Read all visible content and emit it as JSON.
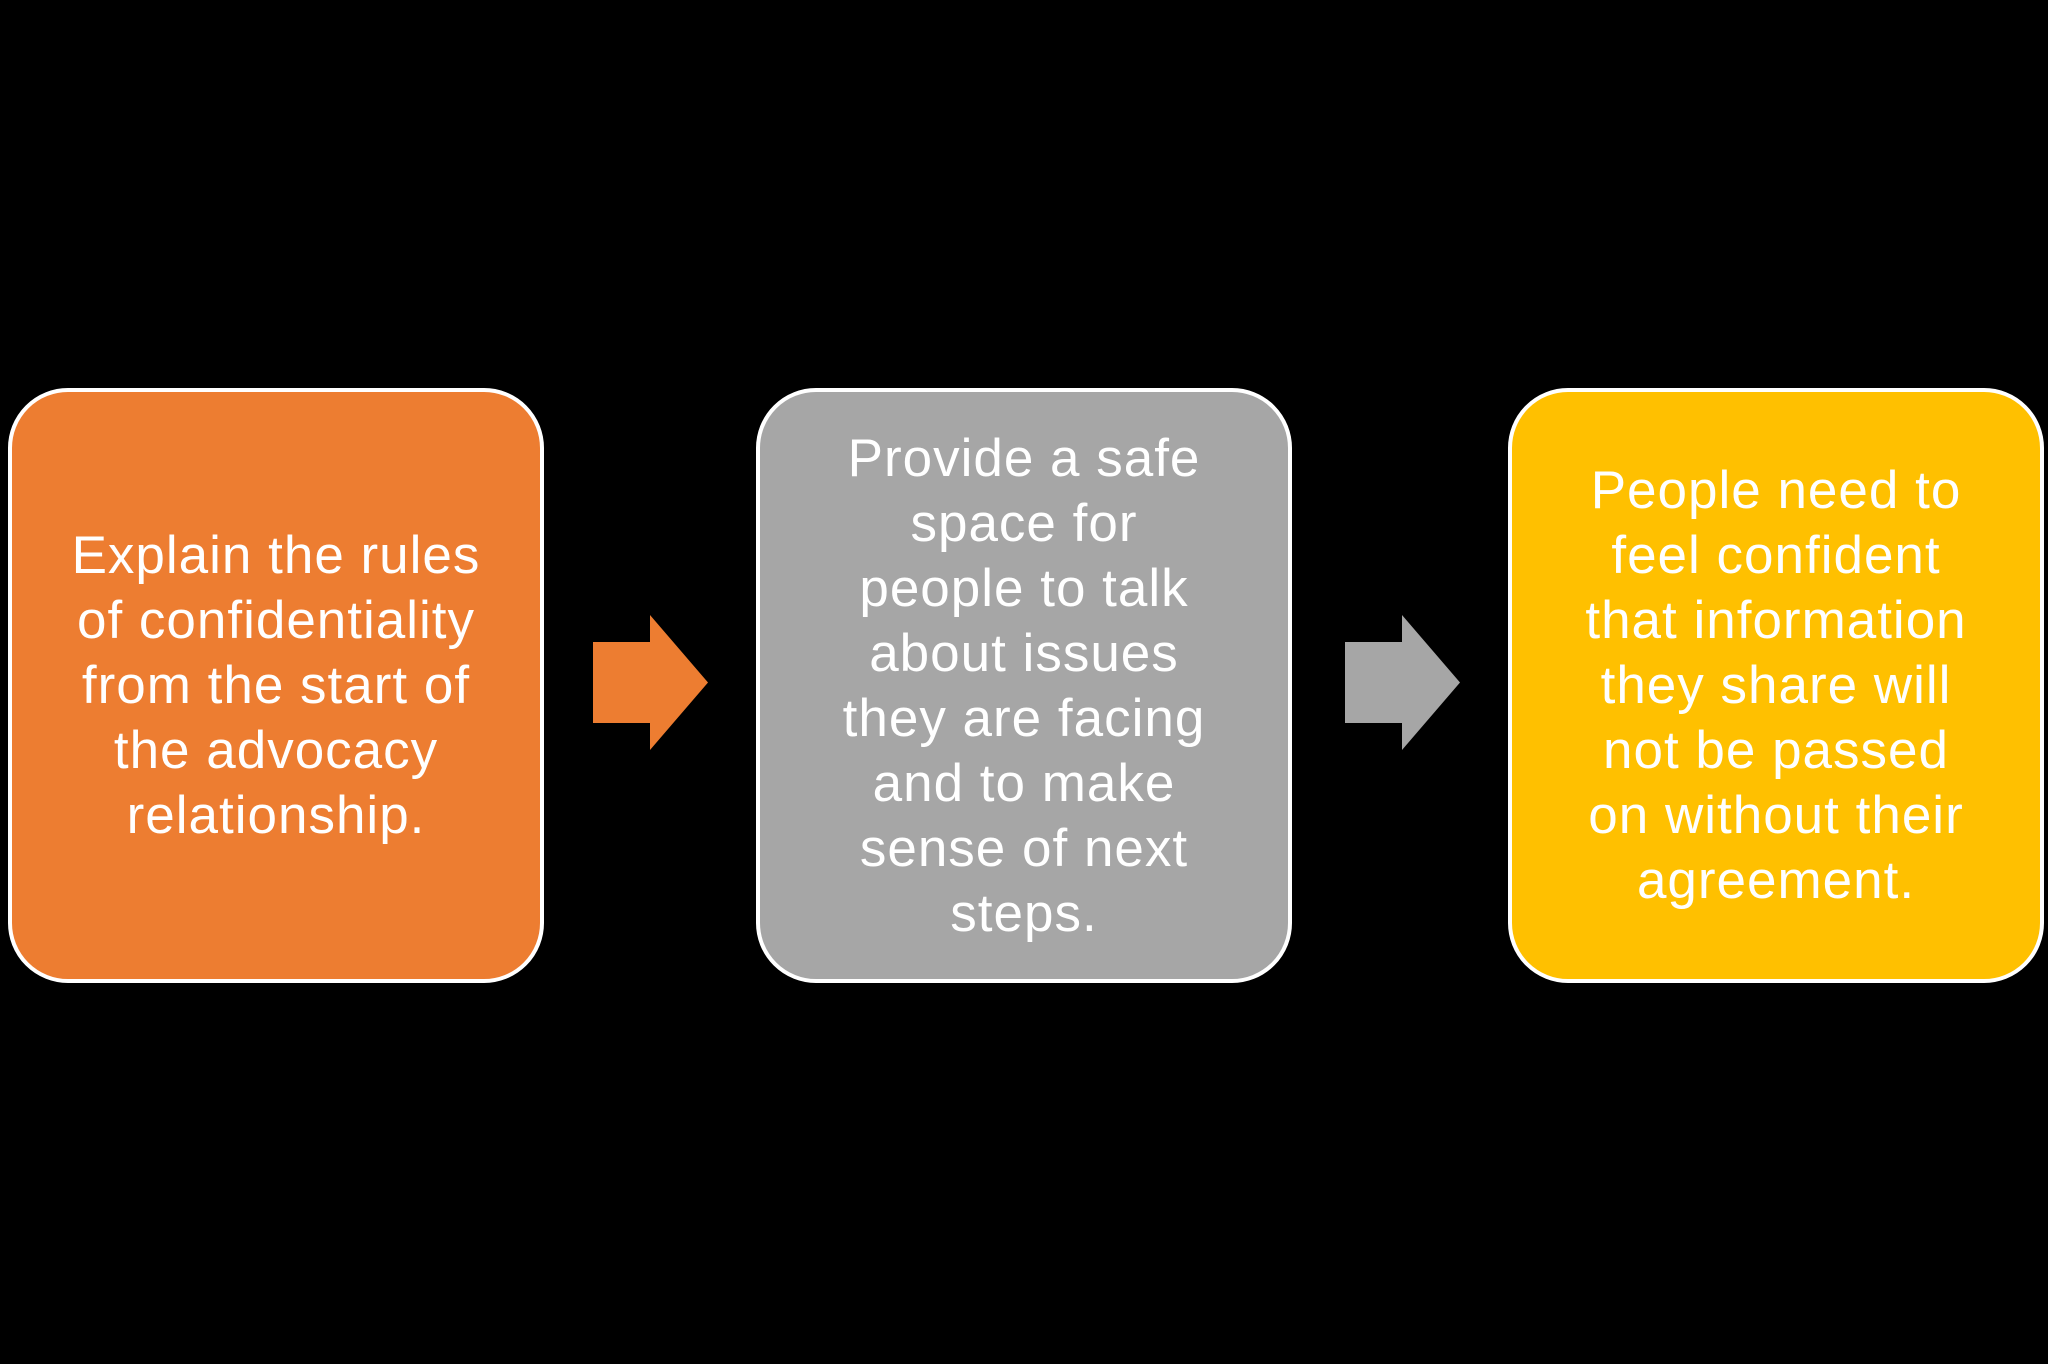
{
  "background_color": "#000000",
  "diagram": {
    "type": "process-flow",
    "direction": "left-to-right",
    "text_color": "#FFFFFF",
    "border_color": "#FFFFFF",
    "steps": [
      {
        "id": "step-1",
        "fill_color": "#ED7D31",
        "text": "Explain the rules of confidentiality from the start of the advocacy relationship.",
        "lines": [
          "Explain the rules",
          "of confidentiality",
          "from the start of",
          "the advocacy",
          "relationship."
        ]
      },
      {
        "id": "step-2",
        "fill_color": "#A6A6A6",
        "text": "Provide a safe space for people to talk about issues they are facing and to make sense of next steps.",
        "lines": [
          "Provide a safe",
          "space for",
          "people to talk",
          "about issues",
          "they are facing",
          "and to make",
          "sense of next",
          "steps."
        ]
      },
      {
        "id": "step-3",
        "fill_color": "#FFC000",
        "text": "People need to feel confident that information they share will not be passed on without their agreement.",
        "lines": [
          "People need to",
          "feel confident",
          "that information",
          "they share will",
          "not be passed",
          "on without their",
          "agreement."
        ]
      }
    ],
    "connectors": [
      {
        "id": "arrow-1",
        "shape": "right-block-arrow",
        "fill_color": "#ED7D31"
      },
      {
        "id": "arrow-2",
        "shape": "right-block-arrow",
        "fill_color": "#A6A6A6"
      }
    ]
  }
}
